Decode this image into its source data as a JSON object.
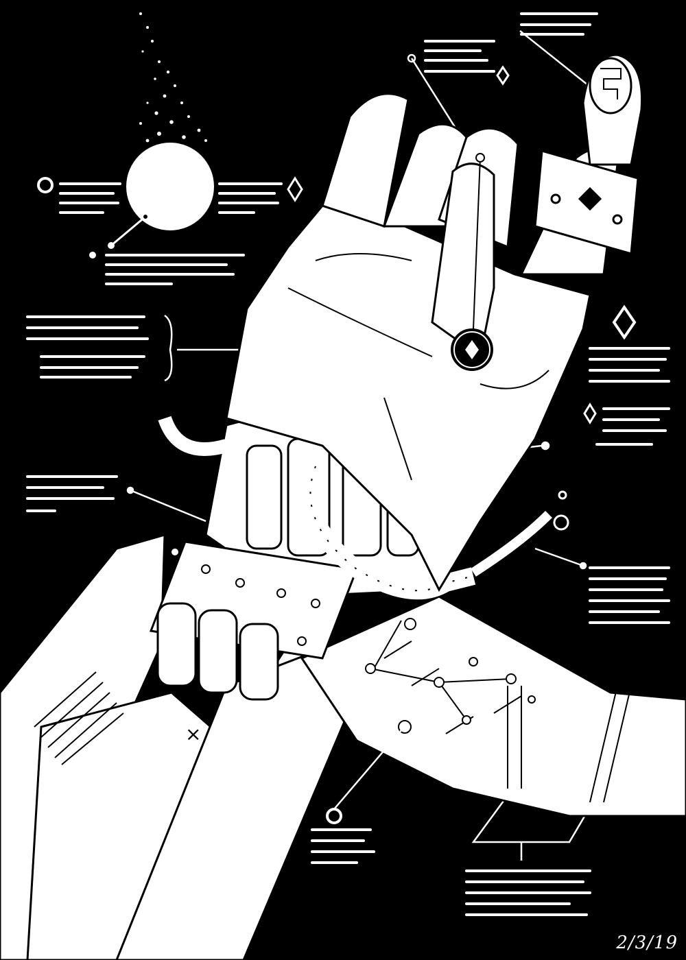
{
  "artwork": {
    "signature_date": "2/3/19",
    "palette": {
      "background": "#000000",
      "ink": "#ffffff"
    },
    "icons": [
      "moon-orb",
      "diamond-marker",
      "ring-marker",
      "fingerprint",
      "circuit-node"
    ]
  }
}
